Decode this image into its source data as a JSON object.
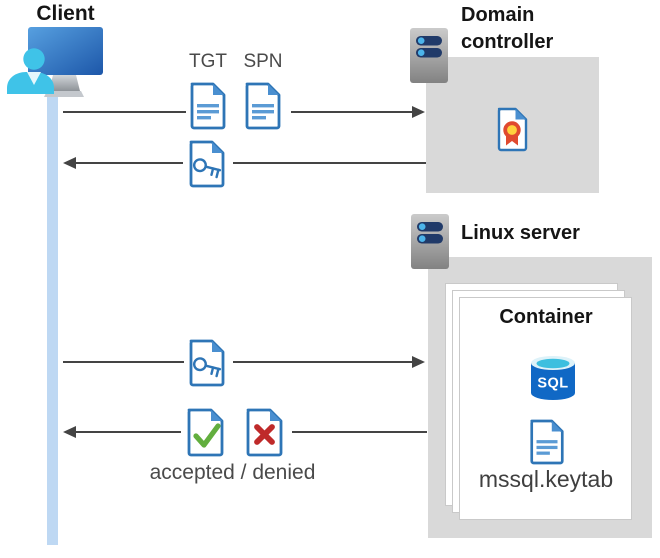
{
  "client": {
    "label": "Client"
  },
  "domain_controller": {
    "label": "Domain controller"
  },
  "linux_server": {
    "label": "Linux server"
  },
  "container": {
    "label": "Container",
    "sql_badge": "SQL",
    "keytab_file": "mssql.keytab"
  },
  "messages": {
    "tgt_label": "TGT",
    "spn_label": "SPN",
    "result_label": "accepted / denied"
  },
  "icons": {
    "client": "user-at-computer-icon",
    "domain_controller": "server-icon",
    "linux_server": "server-icon",
    "certificate": "certificate-document-icon",
    "tgt": "text-document-icon",
    "spn": "text-document-icon",
    "service_ticket": "key-document-icon",
    "accepted": "check-document-icon",
    "denied": "cross-document-icon",
    "sql": "sql-database-icon",
    "keytab": "text-document-icon"
  },
  "colors": {
    "doc_border": "#2e75b6",
    "doc_fold": "#4a8fd0",
    "doc_line": "#5b9bd5",
    "check_green": "#62ae3e",
    "cross_red": "#bf2a2a",
    "ribbon_red": "#e04a2f",
    "ribbon_yellow": "#ffd23e",
    "sql_body_blue": "#1068c5",
    "sql_top_cyan": "#3cbfdf",
    "server_bar_navy": "#203a69",
    "server_dot_blue": "#4cb4ea",
    "person_cyan": "#3fc3e8",
    "lifeline_blue": "#bed8f3",
    "node_box_gray": "#d9d9d9",
    "arrow_gray": "#444444",
    "title_black": "#151515",
    "label_gray": "#4a4a4a"
  }
}
